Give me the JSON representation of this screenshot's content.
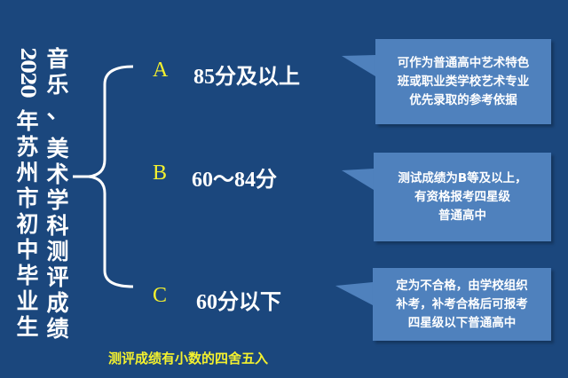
{
  "title": {
    "line1": [
      "2",
      "0",
      "2",
      "0",
      "年",
      "苏",
      "州",
      "市",
      "初",
      "中",
      "毕",
      "业",
      "生"
    ],
    "line2": [
      "音",
      "乐",
      "、",
      "",
      "美",
      "术",
      "学",
      "科",
      "测",
      "评",
      "成",
      "绩"
    ]
  },
  "grades": [
    {
      "letter": "A",
      "range": "85分及以上",
      "note": [
        "可作为普通高中艺术特色",
        "班或职业类学校艺术专业",
        "优先录取的参考依据"
      ]
    },
    {
      "letter": "B",
      "range": "60～84分",
      "note": [
        "测试成绩为B等及以上，",
        "有资格报考四星级",
        "普通高中"
      ]
    },
    {
      "letter": "C",
      "range": "60分以下",
      "note": [
        "定为不合格，由学校组织",
        "补考，补考合格后可报考",
        "四星级以下普通高中"
      ]
    }
  ],
  "footer": "测评成绩有小数的四舍五入",
  "colors": {
    "background": "#1b477d",
    "note_box": "#4f81bd",
    "accent_yellow": "#f4f12e",
    "text": "#ffffff"
  }
}
